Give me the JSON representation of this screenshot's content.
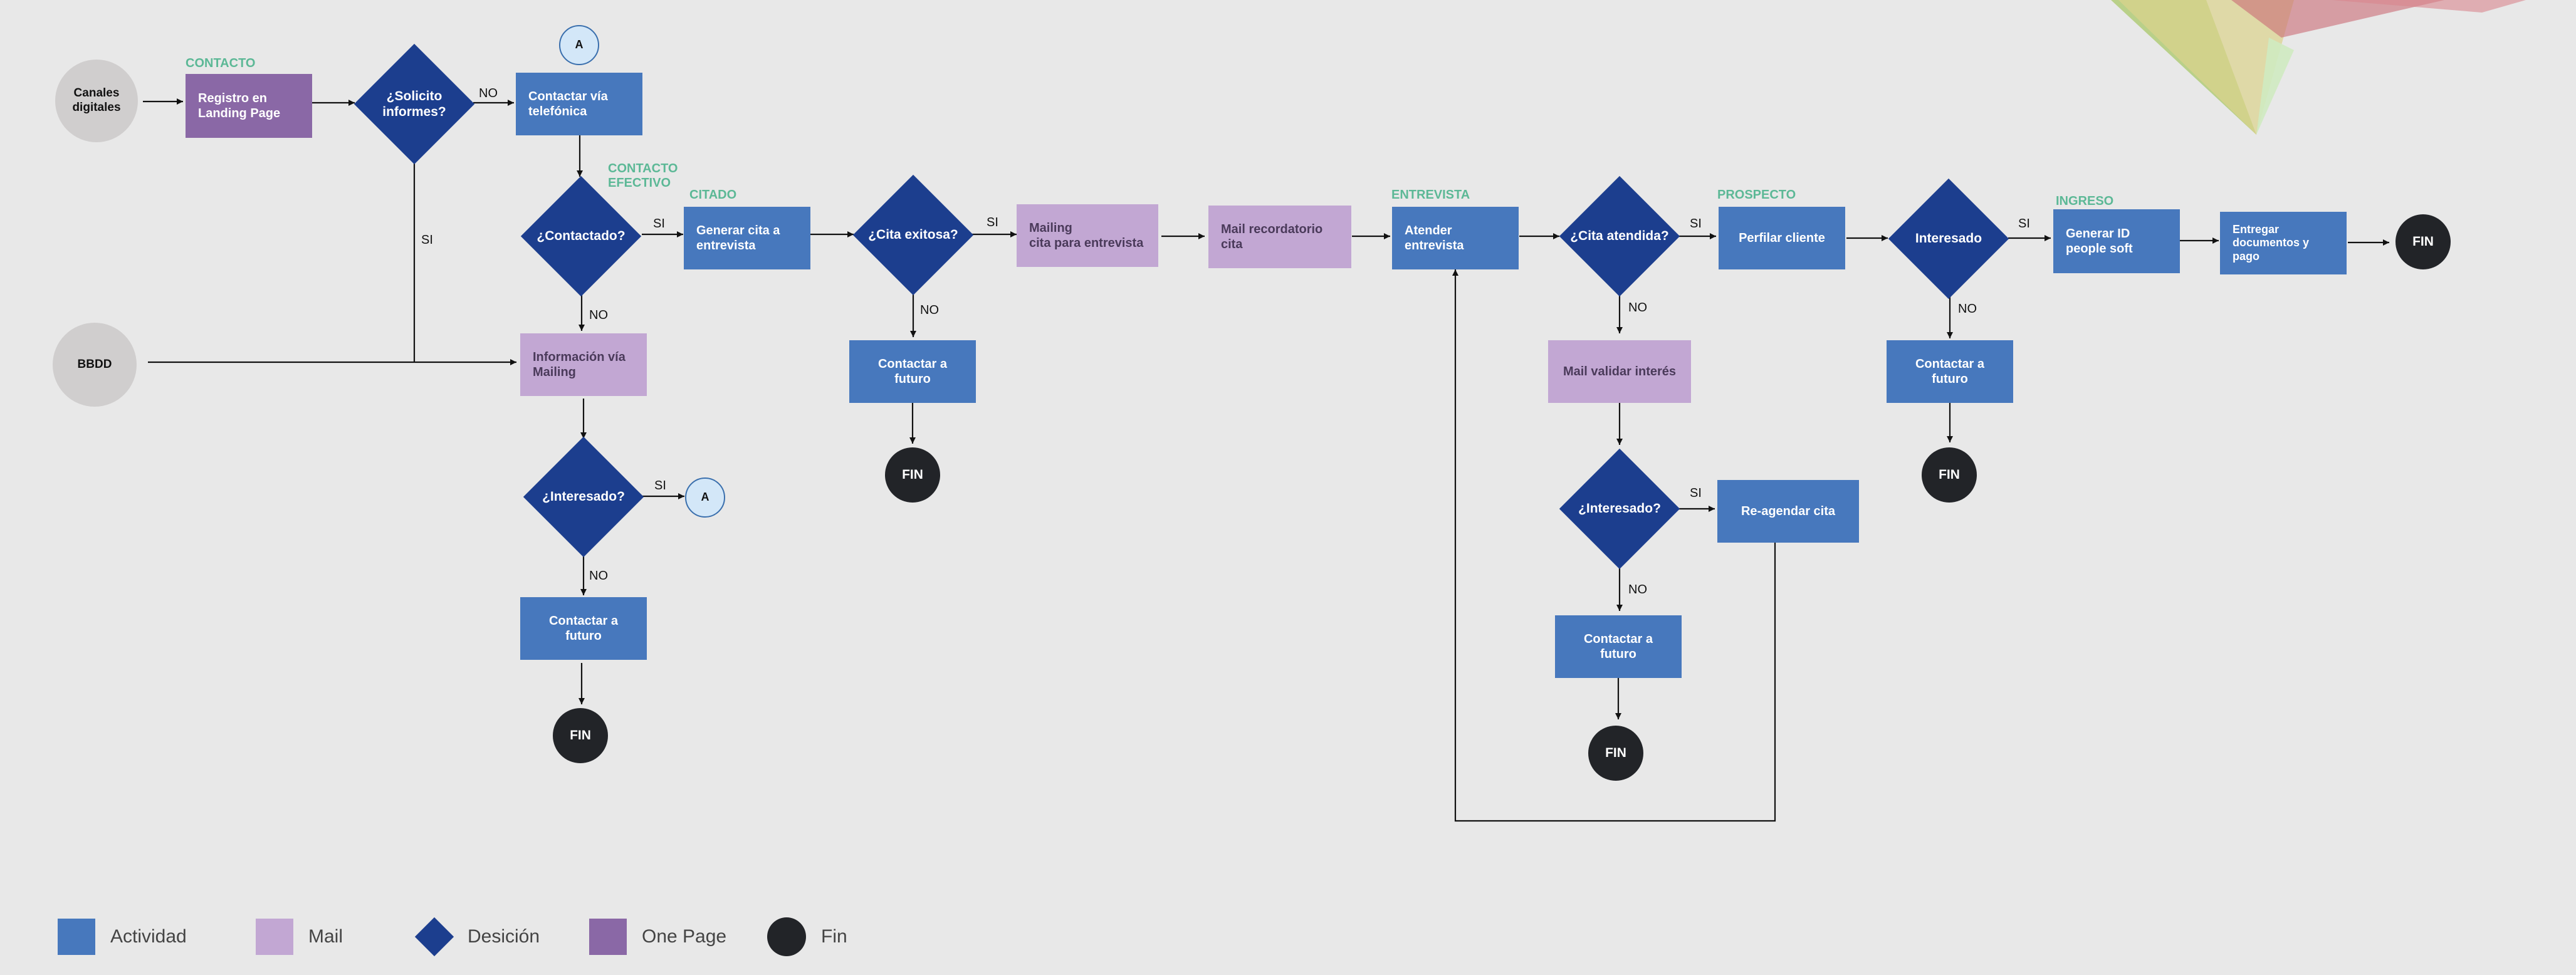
{
  "stage_labels": {
    "contacto": "CONTACTO",
    "contacto_efectivo": "CONTACTO\nEFECTIVO",
    "citado": "CITADO",
    "entrevista": "ENTREVISTA",
    "prospecto": "PROSPECTO",
    "ingreso": "INGRESO"
  },
  "nodes": {
    "canales_digitales": "Canales\ndigitales",
    "bbdd": "BBDD",
    "registro_landing": "Registro en\nLanding Page",
    "solicito_informes": "¿Solicito\ninformes?",
    "connector_a_top": "A",
    "contactar_telefonica": "Contactar vía\ntelefónica",
    "contactado": "¿Contactado?",
    "informacion_mailing": "Información vía\nMailing",
    "interesado_1": "¿Interesado?",
    "connector_a_mid": "A",
    "contactar_futuro_1": "Contactar a futuro",
    "fin_1": "FIN",
    "generar_cita": "Generar cita a\nentrevista",
    "cita_exitosa": "¿Cita exitosa?",
    "contactar_futuro_2": "Contactar a futuro",
    "fin_2": "FIN",
    "mailing_cita": "Mailing\ncita para entrevista",
    "mail_recordatorio": "Mail recordatorio\ncita",
    "atender_entrevista": "Atender\nentrevista",
    "cita_atendida": "¿Cita atendida?",
    "mail_validar": "Mail validar interés",
    "interesado_2": "¿Interesado?",
    "reagendar_cita": "Re-agendar cita",
    "contactar_futuro_3": "Contactar a futuro",
    "fin_3": "FIN",
    "perfilar_cliente": "Perfilar cliente",
    "interesado_3": "Interesado",
    "contactar_futuro_4": "Contactar a futuro",
    "fin_4": "FIN",
    "generar_id": "Generar ID\npeople soft",
    "entregar_documentos": "Entregar\ndocumentos y pago",
    "fin_5": "FIN"
  },
  "edge_labels": {
    "no_1": "NO",
    "si_1": "SI",
    "si_2": "SI",
    "no_2": "NO",
    "si_3": "SI",
    "no_3": "NO",
    "si_4": "SI",
    "no_4": "NO",
    "si_5": "SI",
    "no_5": "NO",
    "si_6": "SI",
    "no_6": "NO",
    "si_7": "SI",
    "no_7": "NO"
  },
  "legend": {
    "actividad": "Actividad",
    "mail": "Mail",
    "desicion": "Desición",
    "one_page": "One Page",
    "fin": "Fin"
  },
  "colors": {
    "background": "#e8e8e8",
    "actividad": "#4778bd",
    "mail": "#c2a7d3",
    "decision": "#1c3e8e",
    "one_page": "#8a68a6",
    "fin": "#222428",
    "start": "#d0cece",
    "stage_label": "#5cb896",
    "connector": "#d3e7f8"
  }
}
